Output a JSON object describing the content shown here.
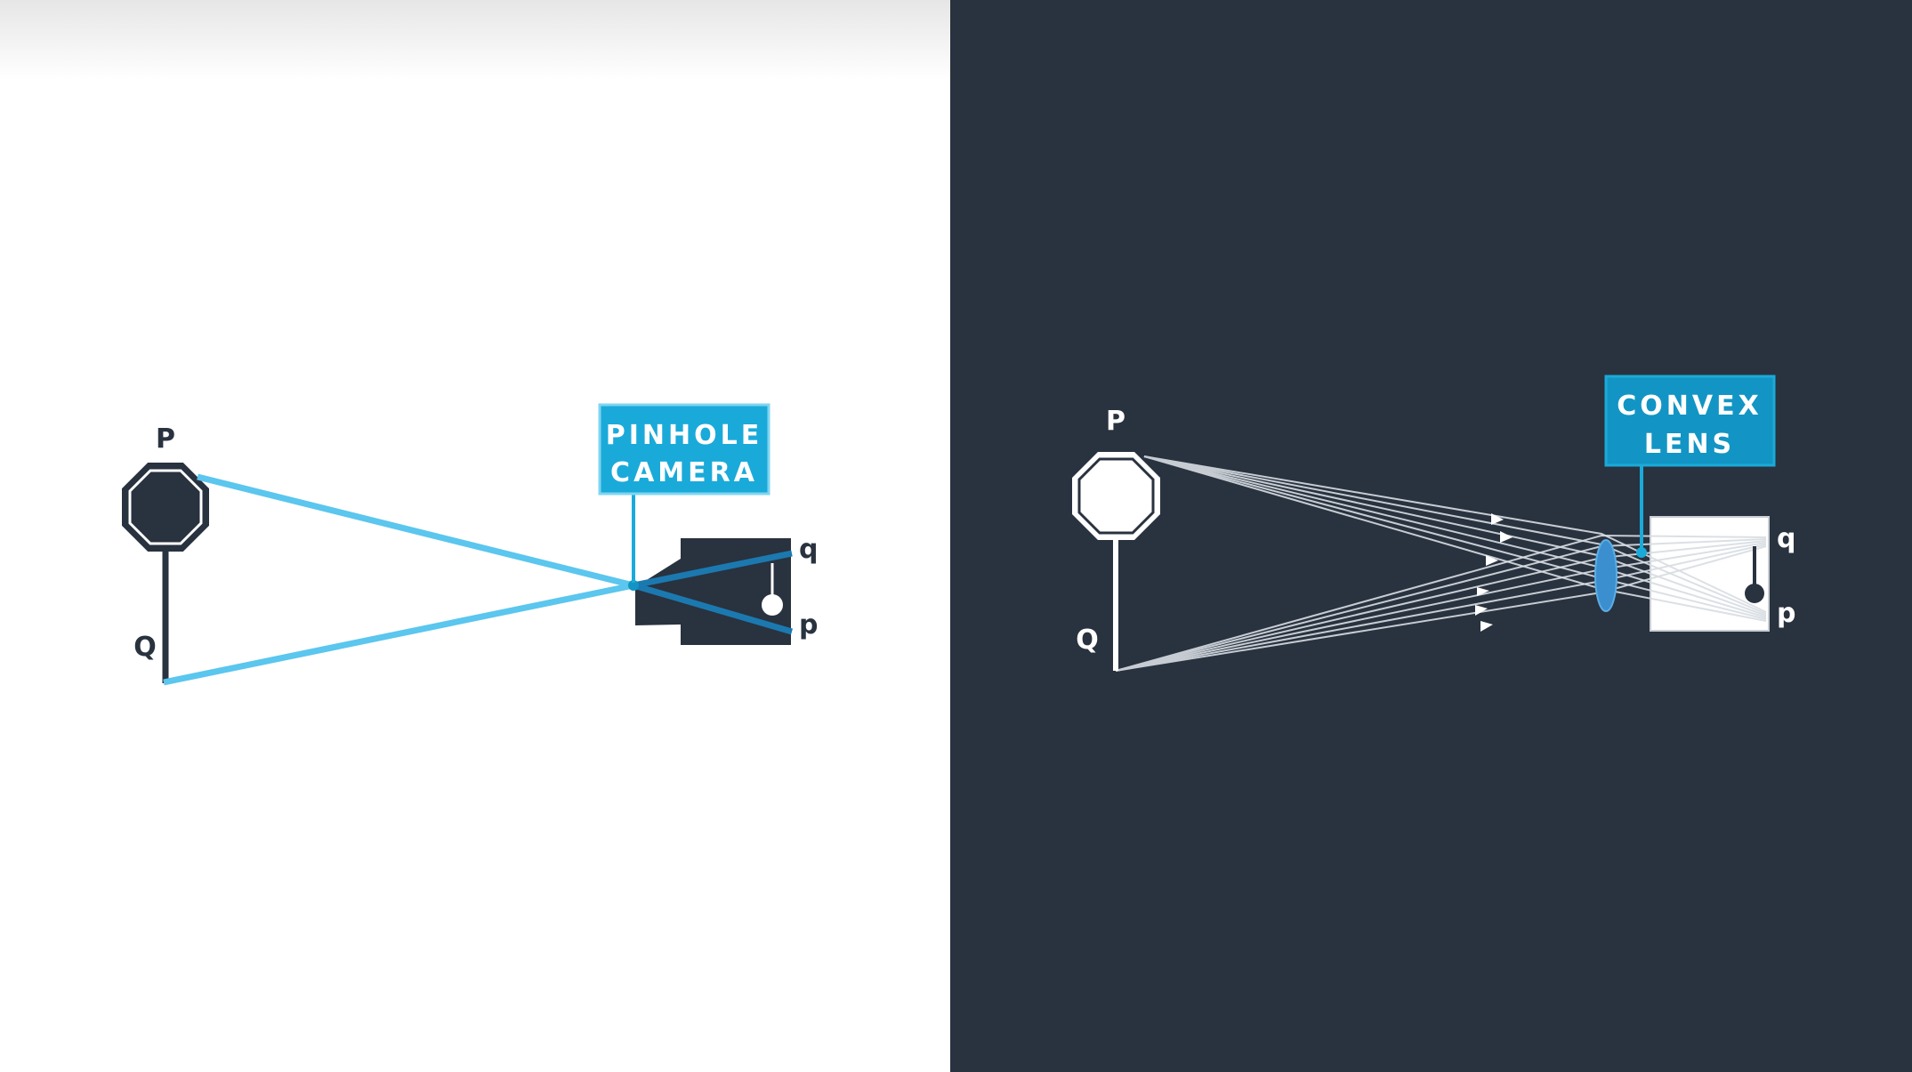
{
  "colors": {
    "left_bg": "#ffffff",
    "right_bg": "#29323f",
    "ray_blue": "#5bc6ee",
    "ray_dark_blue": "#1b79b0",
    "label_blue": "#1aaad9",
    "label_blue_dark": "#1295c4",
    "navy": "#29323f",
    "ray_white": "#d8dde3"
  },
  "left_panel": {
    "object_top_label": "P",
    "object_bottom_label": "Q",
    "callout": {
      "line1": "PINHOLE",
      "line2": "CAMERA"
    },
    "image_top_label": "q",
    "image_bottom_label": "p"
  },
  "right_panel": {
    "object_top_label": "P",
    "object_bottom_label": "Q",
    "callout": {
      "line1": "CONVEX",
      "line2": "LENS"
    },
    "image_top_label": "q",
    "image_bottom_label": "p"
  }
}
